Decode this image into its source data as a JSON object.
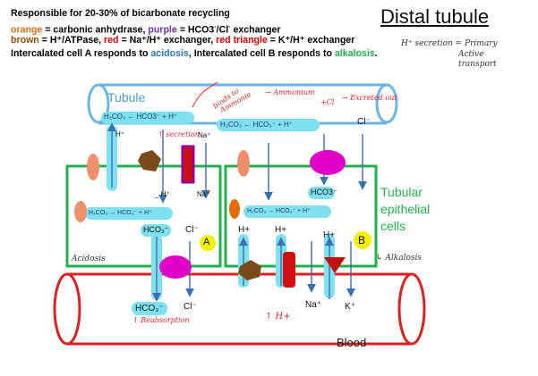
{
  "legend": {
    "line1": "Responsible for 20-30% of bicarbonate recycling",
    "line2": {
      "orange": "orange",
      "orange_def": " = carbonic anhydrase, ",
      "purple": "purple",
      "purple_def": " = HCO3",
      "purple_def2": "/Cl",
      "purple_def3": " exchanger"
    },
    "line3": {
      "brown": "brown",
      "brown_def": " = H⁺/ATPase, ",
      "red": "red",
      "red_def": " = Na⁺/H⁺ exchanger, ",
      "red_tri": "red triangle",
      "red_tri_def": " = K⁺/H⁺ exchanger"
    },
    "line4": {
      "a": "Intercalated cell A responds to ",
      "acidosis": "acidosis",
      "b": ", Intercalated cell B responds to ",
      "alkalosis": "alkalosis",
      "end": "."
    }
  },
  "title": "Distal tubule",
  "handwritten": {
    "secretion_line1": "H⁺ secretion = Primary",
    "secretion_line2": "Active",
    "secretion_line3": "transport",
    "binds": "binds to",
    "ammonia": "Ammonia",
    "ammonium": "→ Ammonium",
    "plus_cl": "+Cl",
    "excreted": "→ Excreted out",
    "secretion": "↑ secretion",
    "reabsorption": "↑ Reabsorption",
    "h_plus": "↑ H+",
    "acidosis": "Acidosis",
    "alkalosis": "↳ Alkalosis"
  },
  "labels": {
    "tubule": "Tubule",
    "blood": "Blood",
    "tubular_line1": "Tubular",
    "tubular_line2": "epithelial",
    "tubular_line3": "cells",
    "cell_a": "A",
    "cell_b": "B",
    "eq_a_top": "H₂CO₃ ← HCO3⁻ + H⁺",
    "eq_b_top": "H₂CO₃ ← HCO₃⁻ + H⁺",
    "eq_a_mid": "H₂CO₃ → HCO₃⁻ + H⁺",
    "eq_b_mid": "H₂CO₃ → HCO₃⁻ + H⁺",
    "hco3_a": "HCO₃⁻",
    "hco3_b": "HCO3⁻",
    "hco3_blood": "HCO₃⁻",
    "cl_a": "Cl⁻",
    "cl_blood": "Cl⁻",
    "cl_top": "Cl⁻",
    "h_top_a": "H⁺",
    "na_top": "Na⁺",
    "minus_h": "_ H⁺",
    "na_mid": "Na⁺",
    "h_b1": "H+",
    "h_b2": "H+",
    "h_b3": "H+",
    "na_blood": "Na⁺",
    "k_blood": "K⁺"
  },
  "colors": {
    "tubule": "#6cb4e4",
    "blood": "#e02020",
    "cell_border": "#22b14c",
    "highlight": "#7fe0f0",
    "arrow": "#3a6fb0",
    "carbonic_anhydrase": "#f0906a",
    "hco3_cl_exchanger": "#e000c8",
    "h_atpase": "#7a4a1c",
    "na_h_exchanger": "#d01010",
    "k_h_exchanger": "#c01010",
    "cell_marker": "#f0f000"
  }
}
